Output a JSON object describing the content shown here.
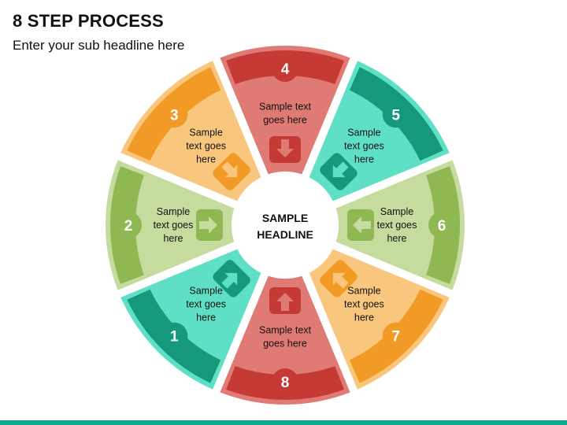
{
  "header": {
    "title": "8 STEP PROCESS",
    "subtitle": "Enter your sub headline here"
  },
  "center": {
    "lines": [
      "SAMPLE",
      "HEADLINE"
    ]
  },
  "segments": [
    {
      "number": "1",
      "text": [
        "Sample",
        "text goes",
        "here"
      ],
      "colors": {
        "light": "#5fe0c6",
        "dark": "#15997b"
      }
    },
    {
      "number": "2",
      "text": [
        "Sample",
        "text goes",
        "here"
      ],
      "colors": {
        "light": "#c6dc9e",
        "dark": "#8fb752"
      }
    },
    {
      "number": "3",
      "text": [
        "Sample",
        "text goes",
        "here"
      ],
      "colors": {
        "light": "#f8c77d",
        "dark": "#f29a26"
      }
    },
    {
      "number": "4",
      "text": [
        "Sample text",
        "goes here"
      ],
      "colors": {
        "light": "#e07a74",
        "dark": "#c53a34"
      }
    },
    {
      "number": "5",
      "text": [
        "Sample",
        "text goes",
        "here"
      ],
      "colors": {
        "light": "#5fe0c6",
        "dark": "#15997b"
      }
    },
    {
      "number": "6",
      "text": [
        "Sample",
        "text goes",
        "here"
      ],
      "colors": {
        "light": "#c6dc9e",
        "dark": "#8fb752"
      }
    },
    {
      "number": "7",
      "text": [
        "Sample",
        "text goes",
        "here"
      ],
      "colors": {
        "light": "#f8c77d",
        "dark": "#f29a26"
      }
    },
    {
      "number": "8",
      "text": [
        "Sample text",
        "goes here"
      ],
      "colors": {
        "light": "#e07a74",
        "dark": "#c53a34"
      }
    }
  ],
  "colors": {
    "accent_bar": "#13a88c",
    "text": "#111111"
  }
}
